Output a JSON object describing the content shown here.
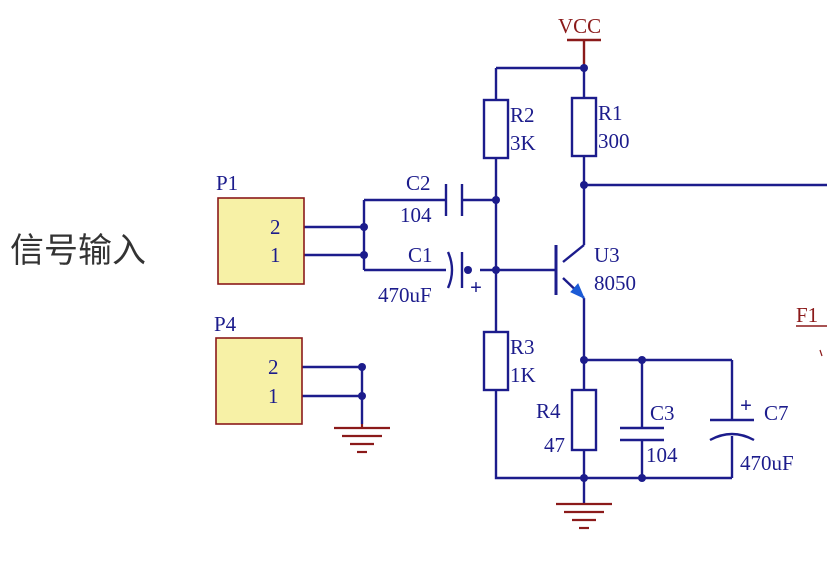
{
  "colors": {
    "wire": "#1c1c8c",
    "power": "#8b1a1a",
    "header_fill": "#f7f1a6",
    "header_border": "#8b1a1a",
    "ic_border": "#8b1a1a",
    "text": "#1c1c8c",
    "title_text": "#333333",
    "background": "#ffffff"
  },
  "input_label": "信号输入",
  "power_rail": {
    "label": "VCC"
  },
  "net_labels": [
    {
      "label": "F1"
    }
  ],
  "components": {
    "P1": {
      "designator": "P1",
      "pins": [
        "2",
        "1"
      ]
    },
    "P4": {
      "designator": "P4",
      "pins": [
        "2",
        "1"
      ]
    },
    "C2": {
      "designator": "C2",
      "value": "104"
    },
    "C1": {
      "designator": "C1",
      "value": "470uF",
      "polarity": "+"
    },
    "R2": {
      "designator": "R2",
      "value": "3K"
    },
    "R1": {
      "designator": "R1",
      "value": "300"
    },
    "R3": {
      "designator": "R3",
      "value": "1K"
    },
    "R4": {
      "designator": "R4",
      "value": "47"
    },
    "C3": {
      "designator": "C3",
      "value": "104"
    },
    "C7": {
      "designator": "C7",
      "value": "470uF",
      "polarity": "+"
    },
    "U3": {
      "designator": "U3",
      "value": "8050"
    }
  },
  "icons": [
    "ground-icon",
    "power-rail-icon",
    "npn-transistor-icon"
  ]
}
